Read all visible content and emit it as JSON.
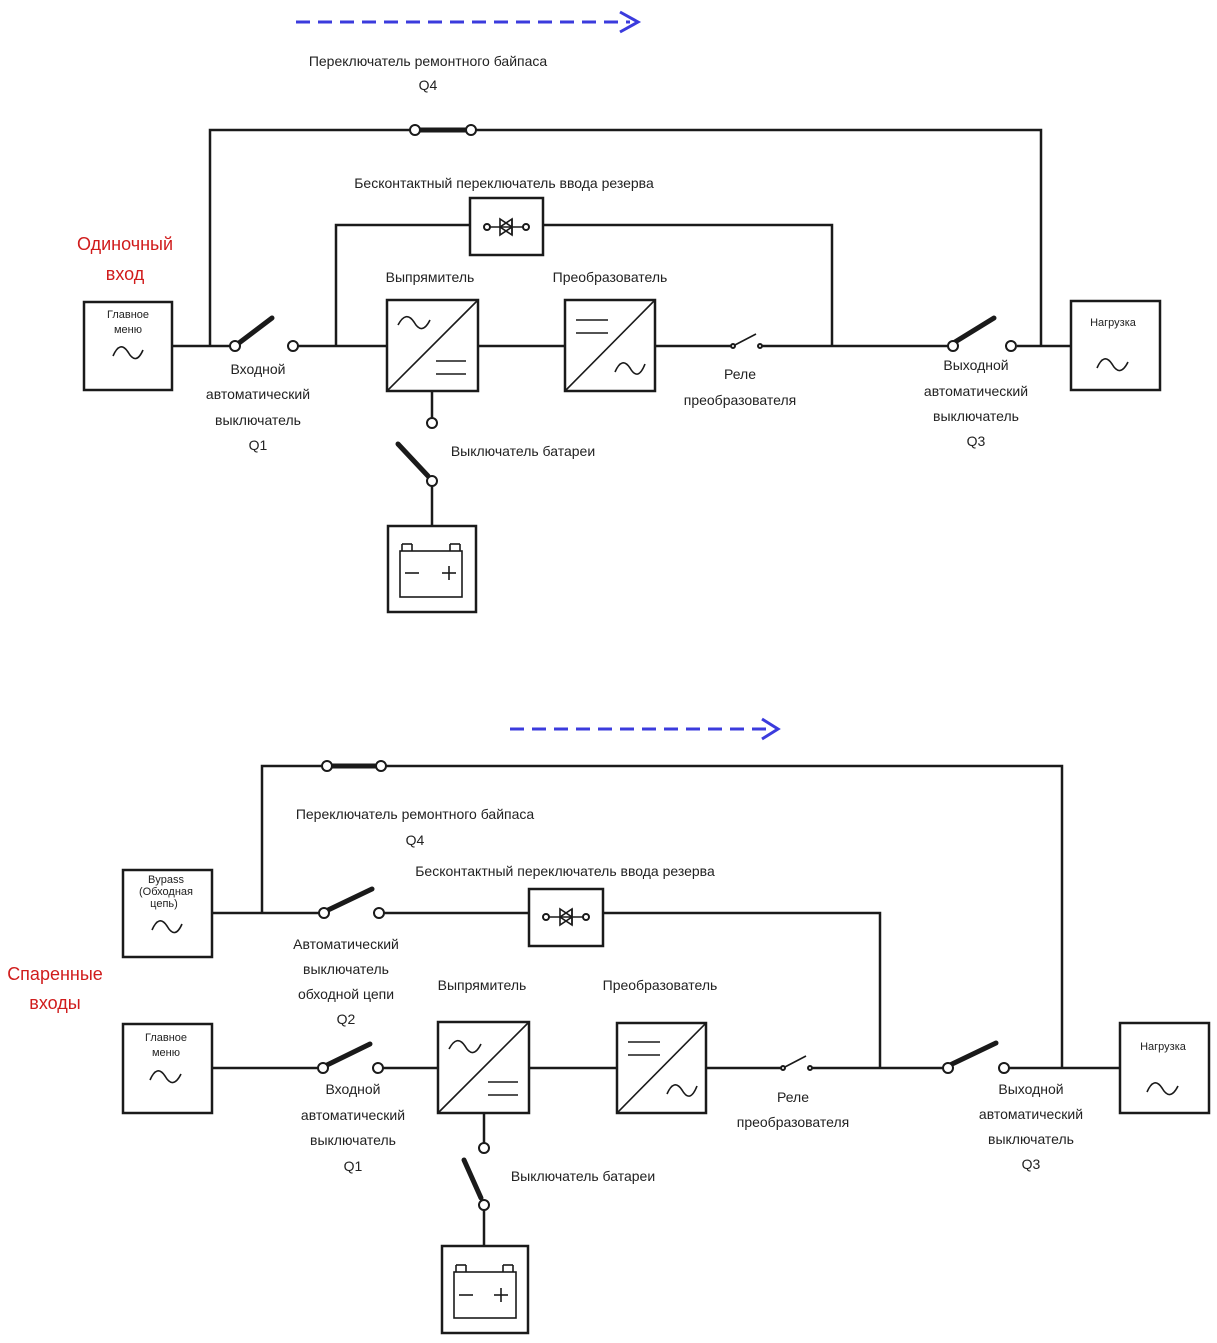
{
  "diagram1": {
    "mode_label": [
      "Одиночный",
      "вход"
    ],
    "maint_bypass_switch": [
      "Переключатель ремонтного байпаса",
      "Q4"
    ],
    "static_switch": "Бесконтактный переключатель ввода резерва",
    "rectifier": "Выпрямитель",
    "inverter": "Преобразователь",
    "main_source": [
      "Главное",
      "меню"
    ],
    "input_breaker": [
      "Входной",
      "автоматический",
      "выключатель",
      "Q1"
    ],
    "inverter_relay": [
      "Реле",
      "преобразователя"
    ],
    "battery_switch": "Выключатель батареи",
    "output_breaker": [
      "Выходной",
      "автоматический",
      "выключатель",
      "Q3"
    ],
    "load": "Нагрузка"
  },
  "diagram2": {
    "mode_label": [
      "Спаренные",
      "входы"
    ],
    "maint_bypass_switch": [
      "Переключатель ремонтного байпаса",
      "Q4"
    ],
    "static_switch": "Бесконтактный переключатель ввода резерва",
    "bypass_source": [
      "Bypass",
      "(Обходная",
      "цепь)"
    ],
    "bypass_breaker": [
      "Автоматический",
      "выключатель",
      "обходной цепи",
      "Q2"
    ],
    "rectifier": "Выпрямитель",
    "inverter": "Преобразователь",
    "main_source": [
      "Главное",
      "меню"
    ],
    "input_breaker": [
      "Входной",
      "автоматический",
      "выключатель",
      "Q1"
    ],
    "inverter_relay": [
      "Реле",
      "преобразователя"
    ],
    "battery_switch": "Выключатель батареи",
    "output_breaker": [
      "Выходной",
      "автоматический",
      "выключатель",
      "Q3"
    ],
    "load": "Нагрузка"
  },
  "colors": {
    "flow_arrow": "#3b3bdd",
    "mode_label": "#d01c1c",
    "wire": "#1a1a1a"
  }
}
